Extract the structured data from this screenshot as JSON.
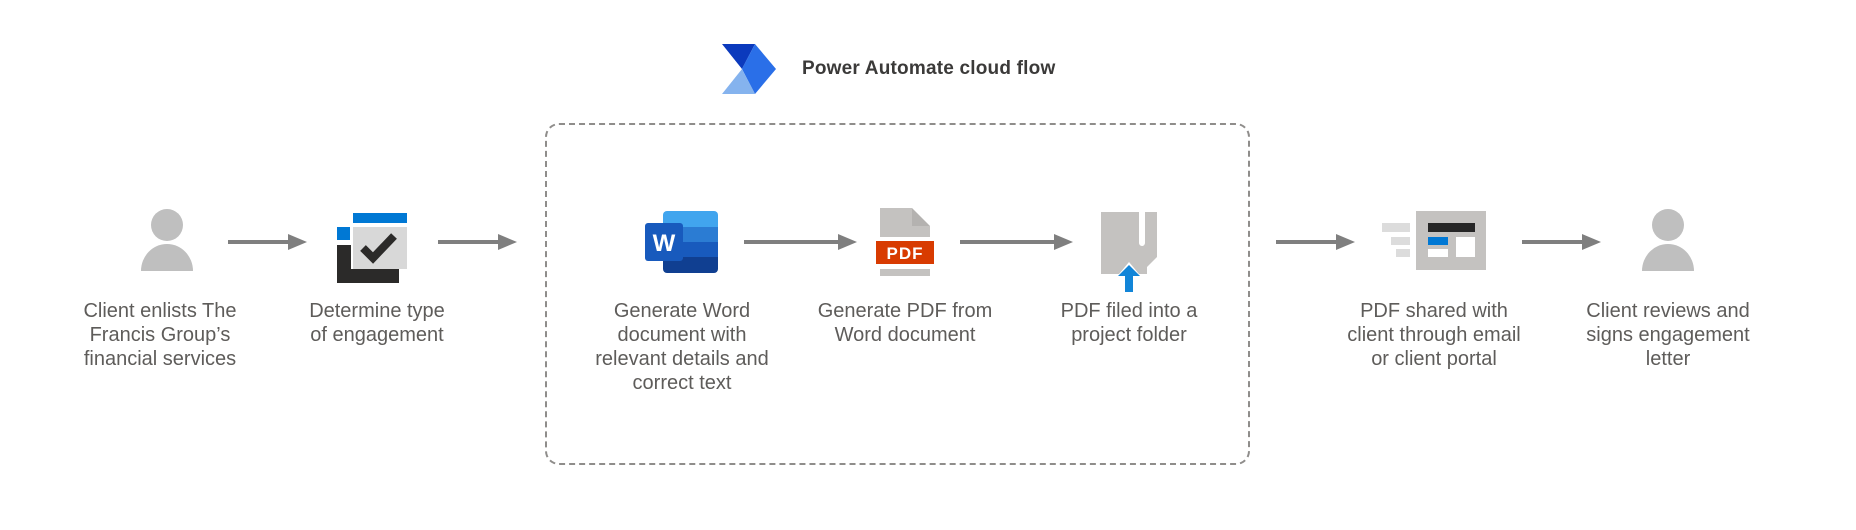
{
  "header": {
    "title": "Power Automate cloud flow",
    "logo_icon": "power-automate-icon",
    "logo_colors": {
      "dark": "#0b3abd",
      "mid": "#2a6fe8",
      "light": "#85b3ee"
    }
  },
  "flow_container": {
    "border_style": "dashed rounded rectangle",
    "contains_steps": [
      "generate-word-document",
      "generate-pdf-from-word",
      "pdf-filed-into-folder"
    ]
  },
  "steps": [
    {
      "name": "client-enlists-services",
      "icon": "person-icon",
      "label": "Client enlists The\nFrancis Group’s\nfinancial services"
    },
    {
      "name": "determine-engagement-type",
      "icon": "task-checkbox-icon",
      "label": "Determine type\nof engagement"
    },
    {
      "name": "generate-word-document",
      "icon": "word-document-icon",
      "icon_text": "W",
      "label": "Generate Word\ndocument with\nrelevant details and\ncorrect text",
      "in_cloud_flow": true
    },
    {
      "name": "generate-pdf-from-word",
      "icon": "pdf-document-icon",
      "icon_text": "PDF",
      "label": "Generate PDF from\nWord document",
      "in_cloud_flow": true
    },
    {
      "name": "pdf-filed-into-folder",
      "icon": "file-upload-icon",
      "label": "PDF filed into a\nproject folder",
      "in_cloud_flow": true
    },
    {
      "name": "pdf-shared-with-client",
      "icon": "share-newsletter-icon",
      "label": "PDF shared with\nclient through email\nor client portal"
    },
    {
      "name": "client-reviews-signs",
      "icon": "person-icon",
      "label": "Client reviews and\nsigns engagement\nletter"
    }
  ],
  "colors": {
    "person_gray": "#bfbfbf",
    "icon_gray": "#c4c2c0",
    "speed_line_gray": "#dcdcdc",
    "arrow_gray": "#7f7f7f",
    "accent_blue": "#0078d4",
    "pdf_red": "#d83b01",
    "word_blues": [
      "#41a5ee",
      "#2b7cd3",
      "#185abd",
      "#103f91"
    ],
    "dark_ink": "#2b2a29",
    "label_text": "#5e5c5a"
  }
}
